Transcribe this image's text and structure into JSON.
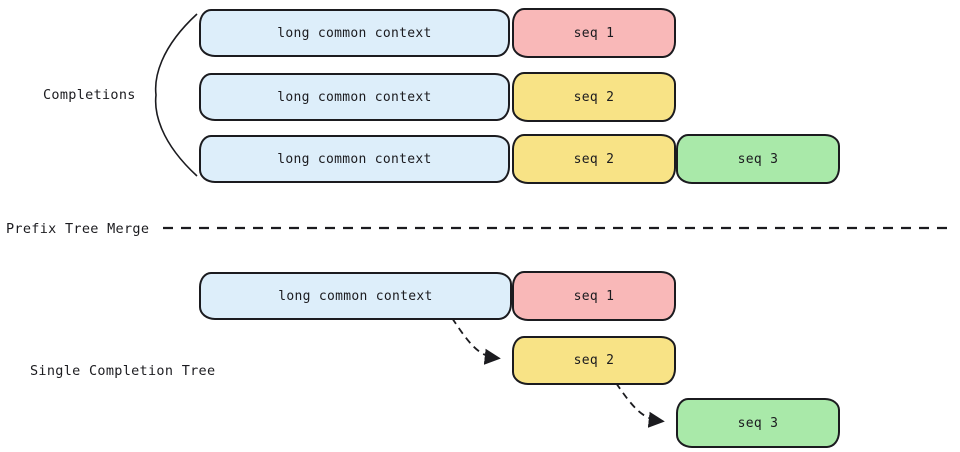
{
  "completions": {
    "label": "Completions",
    "rows": [
      {
        "context": {
          "label": "long common context",
          "fill": "#ddeefa"
        },
        "seqs": [
          {
            "label": "seq 1",
            "fill": "#f9b8b8"
          }
        ]
      },
      {
        "context": {
          "label": "long common context",
          "fill": "#ddeefa"
        },
        "seqs": [
          {
            "label": "seq 2",
            "fill": "#f8e386"
          }
        ]
      },
      {
        "context": {
          "label": "long common context",
          "fill": "#ddeefa"
        },
        "seqs": [
          {
            "label": "seq 2",
            "fill": "#f8e386"
          },
          {
            "label": "seq 3",
            "fill": "#a9e9a9"
          }
        ]
      }
    ]
  },
  "divider": {
    "label": "Prefix Tree Merge"
  },
  "single_tree": {
    "label": "Single Completion Tree",
    "context": {
      "label": "long common context",
      "fill": "#ddeefa"
    },
    "nodes": [
      {
        "label": "seq 1",
        "fill": "#f9b8b8"
      },
      {
        "label": "seq 2",
        "fill": "#f8e386"
      },
      {
        "label": "seq 3",
        "fill": "#a9e9a9"
      }
    ]
  },
  "style": {
    "border_color": "#1b1b1f",
    "text_color": "#1b1b1f",
    "background": "#ffffff",
    "context_fill": "#ddeefa",
    "seq1_fill": "#f9b8b8",
    "seq2_fill": "#f8e386",
    "seq3_fill": "#a9e9a9"
  }
}
